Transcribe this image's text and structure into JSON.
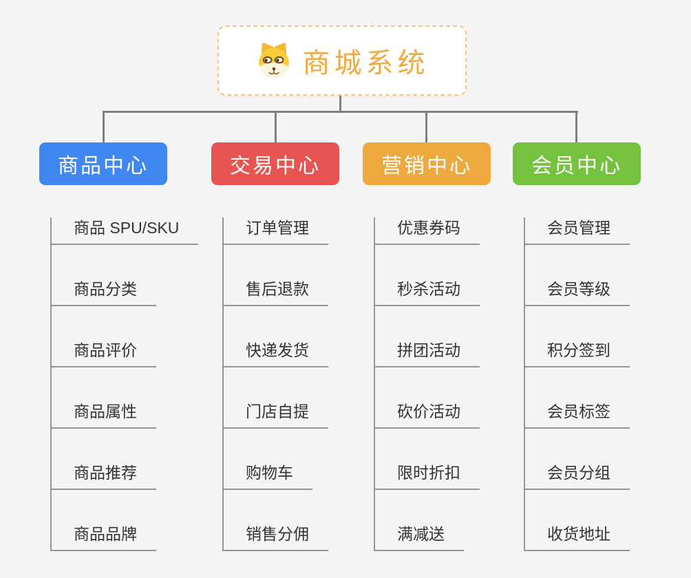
{
  "root": {
    "title": "商城系统",
    "icon": "doge-icon"
  },
  "branches": [
    {
      "label": "商品中心",
      "color": "#4187F2",
      "children": [
        "商品 SPU/SKU",
        "商品分类",
        "商品评价",
        "商品属性",
        "商品推荐",
        "商品品牌"
      ]
    },
    {
      "label": "交易中心",
      "color": "#E75552",
      "children": [
        "订单管理",
        "售后退款",
        "快递发货",
        "门店自提",
        "购物车",
        "销售分佣"
      ]
    },
    {
      "label": "营销中心",
      "color": "#EDA93D",
      "children": [
        "优惠券码",
        "秒杀活动",
        "拼团活动",
        "砍价活动",
        "限时折扣",
        "满减送"
      ]
    },
    {
      "label": "会员中心",
      "color": "#74C23E",
      "children": [
        "会员管理",
        "会员等级",
        "积分签到",
        "会员标签",
        "会员分组",
        "收货地址"
      ]
    }
  ],
  "colors": {
    "background": "#F4F4F4",
    "connector": "#808080",
    "child_line": "#949494",
    "child_text": "#333333",
    "root_border": "#F7C57E",
    "root_title": "#F2A93E"
  }
}
